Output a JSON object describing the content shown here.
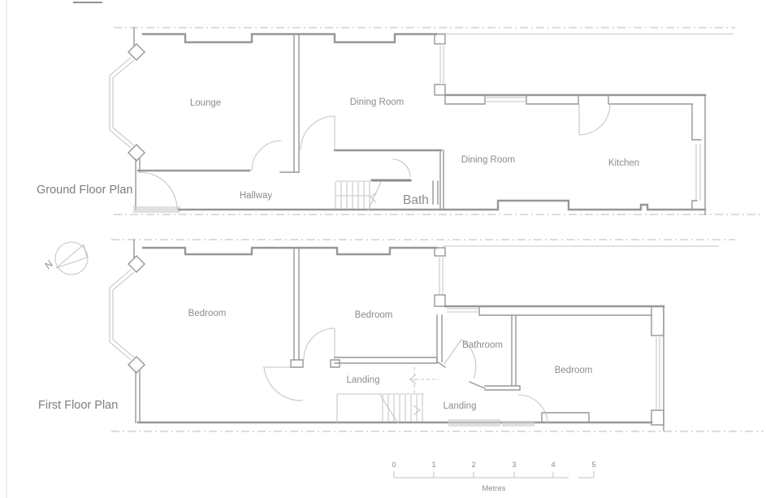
{
  "drawing": {
    "ground_floor": {
      "title": "Ground Floor Plan",
      "rooms": {
        "lounge": "Lounge",
        "dining_front": "Dining Room",
        "dining_rear": "Dining Room",
        "kitchen": "Kitchen",
        "hallway": "Hallway",
        "bath": "Bath"
      }
    },
    "first_floor": {
      "title": "First Floor Plan",
      "rooms": {
        "bedroom_front": "Bedroom",
        "bedroom_middle": "Bedroom",
        "bedroom_rear": "Bedroom",
        "bathroom": "Bathroom",
        "landing_upper": "Landing",
        "landing_lower": "Landing"
      }
    },
    "north_arrow": {
      "label": "N"
    },
    "scale_bar": {
      "tick_labels": [
        "0",
        "1",
        "2",
        "3",
        "4",
        "5"
      ],
      "unit_label": "Metres"
    }
  },
  "colors": {
    "wall": "#979797",
    "wall-dark": "#8a8a8a",
    "light": "#c6c6c6",
    "boundary": "#b9b9b9",
    "label": "#8c8c8c",
    "title": "#7d7d7d",
    "hatch": "#cfcfcf",
    "paper": "#ffffff"
  }
}
